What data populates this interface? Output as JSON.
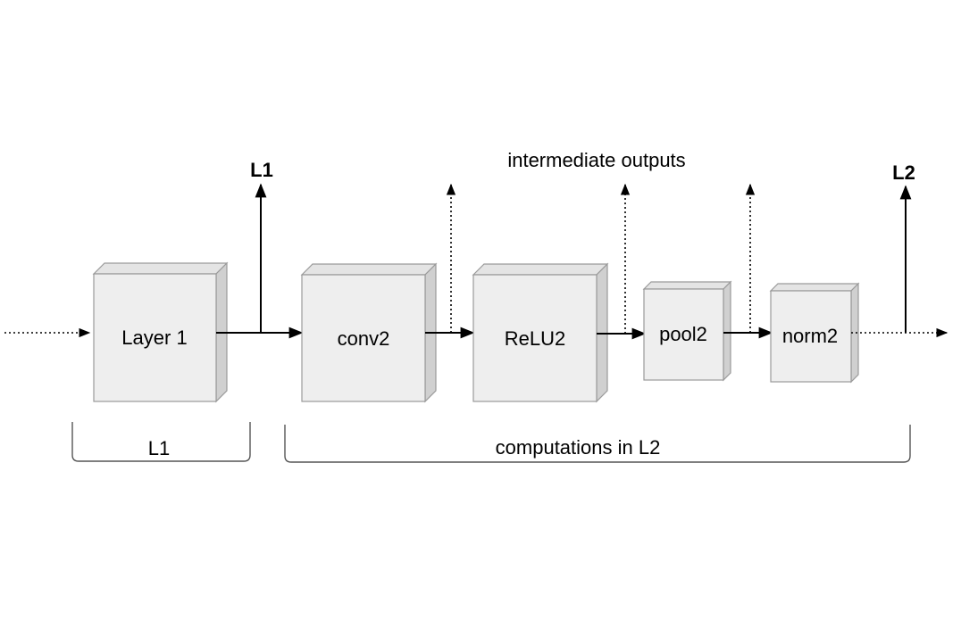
{
  "boxes": {
    "layer1": "Layer 1",
    "conv2": "conv2",
    "relu2": "ReLU2",
    "pool2": "pool2",
    "norm2": "norm2"
  },
  "outputs": {
    "l1": "L1",
    "l2": "L2",
    "intermediate": "intermediate outputs"
  },
  "braces": {
    "l1": "L1",
    "l2": "computations in L2"
  },
  "colors": {
    "box_front": "#eeeeee",
    "box_side": "#d0d0d0",
    "line": "#000000"
  }
}
